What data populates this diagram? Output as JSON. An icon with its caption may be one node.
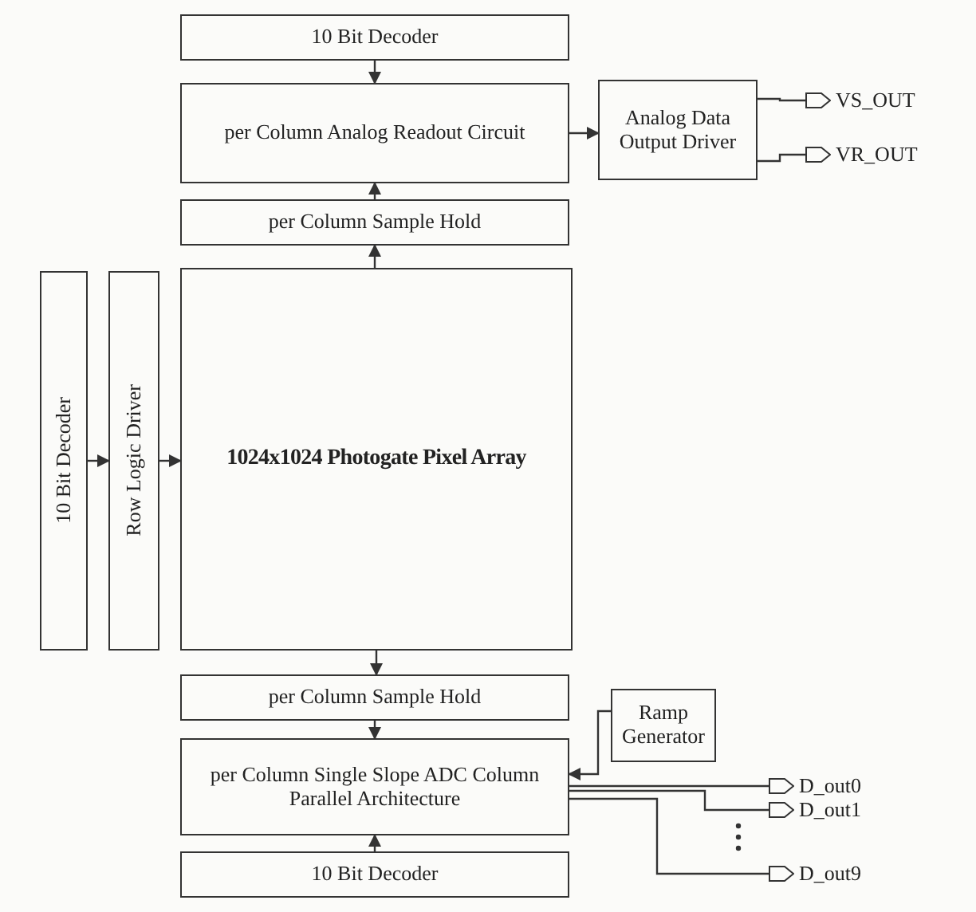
{
  "diagram": {
    "nodes": [
      {
        "text": [
          "10 Bit Decoder"
        ]
      },
      {
        "text": [
          "per Column Analog Readout Circuit"
        ]
      },
      {
        "text": [
          "Analog Data Output Driver"
        ]
      },
      {
        "text": [],
        "shape": "pentagon",
        "beside": [
          "VS_OUT"
        ]
      },
      {
        "text": [],
        "shape": "pentagon",
        "beside": [
          "VR_OUT"
        ]
      },
      {
        "text": [
          "per Column Sample Hold"
        ]
      },
      {
        "text": [
          "10 Bit Decoder"
        ]
      },
      {
        "text": [
          "Row Logic Driver"
        ]
      },
      {
        "text": [
          "1024x1024 Photogate Pixel Array"
        ]
      },
      {
        "text": [
          "per Column Sample Hold"
        ]
      },
      {
        "text": [
          "per Column Single Slope ADC Column Parallel Architecture"
        ]
      },
      {
        "text": [
          "Ramp Generator"
        ]
      },
      {
        "text": [],
        "shape": "pentagon",
        "beside": [
          "D_out0"
        ]
      },
      {
        "text": [],
        "shape": "pentagon",
        "beside": [
          "D_out1"
        ]
      },
      {
        "text": [],
        "shape": "pentagon",
        "beside": [
          "D_out9"
        ]
      },
      {
        "text": [
          "10 Bit Decoder"
        ]
      }
    ],
    "edges": [
      {
        "from": 0,
        "to": 1,
        "arrow": "to"
      },
      {
        "from": 5,
        "to": 1,
        "arrow": "to"
      },
      {
        "from": 8,
        "to": 5,
        "arrow": "to"
      },
      {
        "from": 1,
        "to": 2,
        "arrow": "to"
      },
      {
        "from": 2,
        "to": 3,
        "arrow": "none"
      },
      {
        "from": 2,
        "to": 4,
        "arrow": "none"
      },
      {
        "from": 6,
        "to": 7,
        "arrow": "to"
      },
      {
        "from": 7,
        "to": 8,
        "arrow": "to"
      },
      {
        "from": 8,
        "to": 9,
        "arrow": "to"
      },
      {
        "from": 9,
        "to": 10,
        "arrow": "to"
      },
      {
        "from": 11,
        "to": 10,
        "arrow": "to"
      },
      {
        "from": 10,
        "to": 12,
        "arrow": "none"
      },
      {
        "from": 10,
        "to": 13,
        "arrow": "none"
      },
      {
        "from": 10,
        "to": 14,
        "arrow": "none"
      },
      {
        "from": 15,
        "to": 10,
        "arrow": "to"
      }
    ]
  }
}
